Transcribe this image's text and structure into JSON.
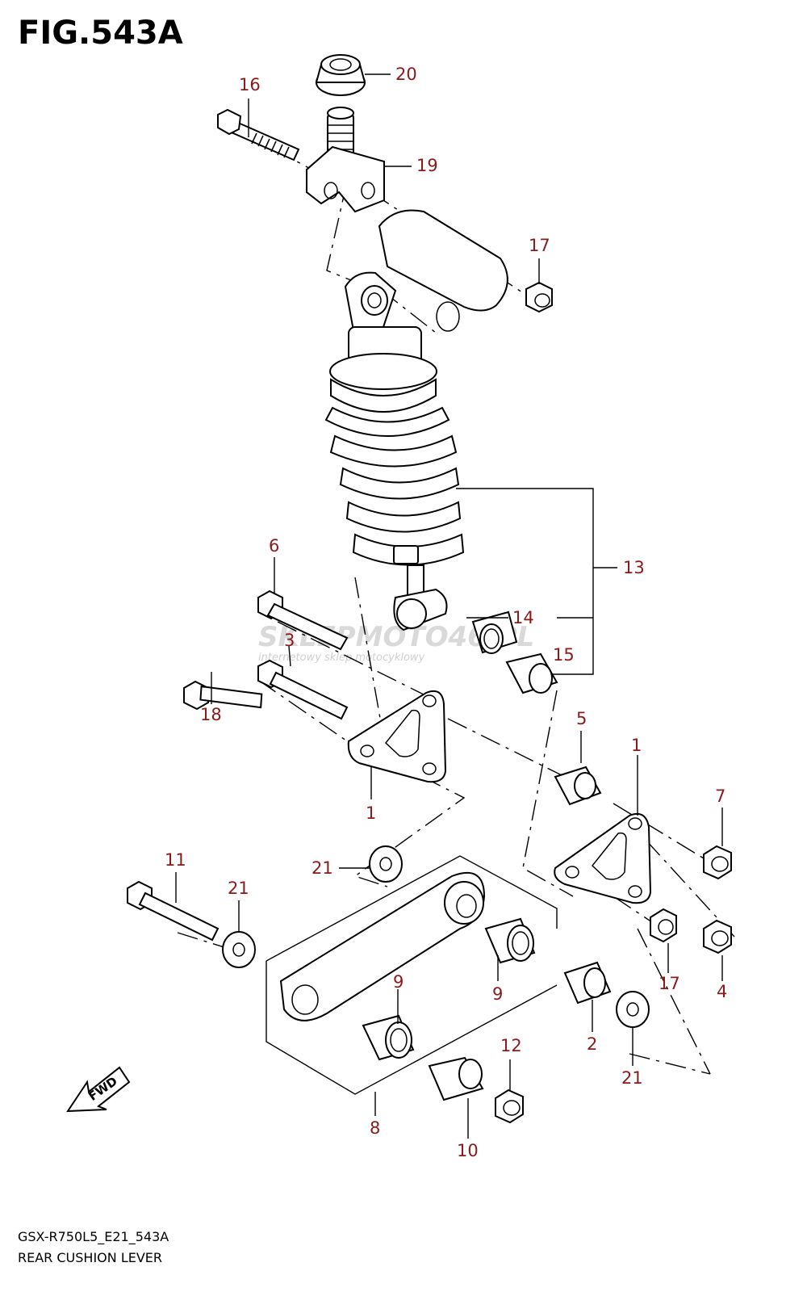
{
  "figure": {
    "title": "FIG.543A",
    "footer_code": "GSX-R750L5_E21_543A",
    "footer_name": "REAR CUSHION LEVER",
    "watermark_main": "SKLEPMOTO46.PL",
    "watermark_sub": "internetowy sklep motocyklowy",
    "fwd_label": "FWD",
    "label_color": "#8b1a1a"
  },
  "callouts": [
    {
      "id": "c20",
      "text": "20"
    },
    {
      "id": "c16",
      "text": "16"
    },
    {
      "id": "c19",
      "text": "19"
    },
    {
      "id": "c17a",
      "text": "17"
    },
    {
      "id": "c13",
      "text": "13"
    },
    {
      "id": "c6",
      "text": "6"
    },
    {
      "id": "c14",
      "text": "14"
    },
    {
      "id": "c3",
      "text": "3"
    },
    {
      "id": "c15",
      "text": "15"
    },
    {
      "id": "c18",
      "text": "18"
    },
    {
      "id": "c5",
      "text": "5"
    },
    {
      "id": "c1a",
      "text": "1"
    },
    {
      "id": "c1b",
      "text": "1"
    },
    {
      "id": "c7",
      "text": "7"
    },
    {
      "id": "c21a",
      "text": "21"
    },
    {
      "id": "c11",
      "text": "11"
    },
    {
      "id": "c21b",
      "text": "21"
    },
    {
      "id": "c9a",
      "text": "9"
    },
    {
      "id": "c9b",
      "text": "9"
    },
    {
      "id": "c17b",
      "text": "17"
    },
    {
      "id": "c4",
      "text": "4"
    },
    {
      "id": "c2",
      "text": "2"
    },
    {
      "id": "c12",
      "text": "12"
    },
    {
      "id": "c21c",
      "text": "21"
    },
    {
      "id": "c8",
      "text": "8"
    },
    {
      "id": "c10",
      "text": "10"
    }
  ]
}
